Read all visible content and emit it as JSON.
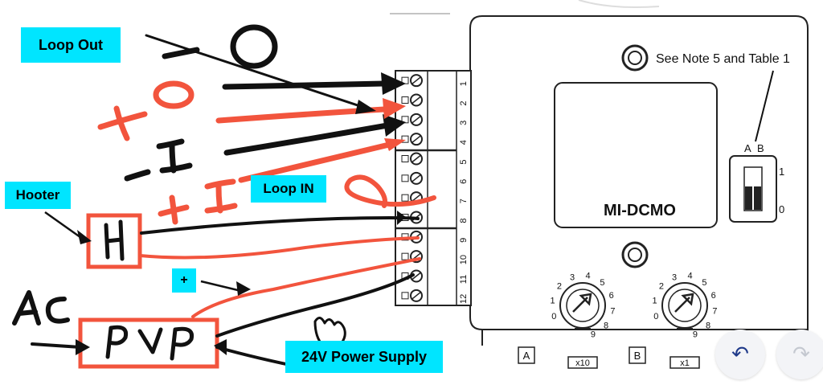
{
  "labels": {
    "loop_out": "Loop Out",
    "loop_in": "Loop IN",
    "hooter": "Hooter",
    "plus": "+",
    "psu": "24V Power Supply"
  },
  "module": {
    "name": "MI-DCMO",
    "note": "See  Note 5 and Table 1",
    "switch_labels": [
      "A",
      "B"
    ],
    "switch_positions": [
      "1",
      "0"
    ],
    "terminals": [
      "1",
      "2",
      "3",
      "4",
      "5",
      "6",
      "7",
      "8",
      "9",
      "10",
      "11",
      "12"
    ],
    "rotary_left": {
      "numbers": [
        "0",
        "1",
        "2",
        "3",
        "4",
        "5",
        "6",
        "7",
        "8",
        "9"
      ],
      "caption": "x10",
      "tab": "A"
    },
    "rotary_right": {
      "numbers": [
        "0",
        "1",
        "2",
        "3",
        "4",
        "5",
        "6",
        "7",
        "8",
        "9"
      ],
      "caption": "x1",
      "tab": "B"
    }
  },
  "handwriting": {
    "hooter_box": "H",
    "psu_box": "PVP",
    "ac": "AC",
    "minus_o": "-O",
    "plus_o": "+O",
    "minus_i": "-I",
    "plus_i": "+I"
  },
  "colors": {
    "black_wire": "#111111",
    "red_wire": "#f2543d",
    "label_bg": "#00e5ff"
  },
  "controls": {
    "undo_icon": "↶",
    "redo_icon": "↷"
  }
}
